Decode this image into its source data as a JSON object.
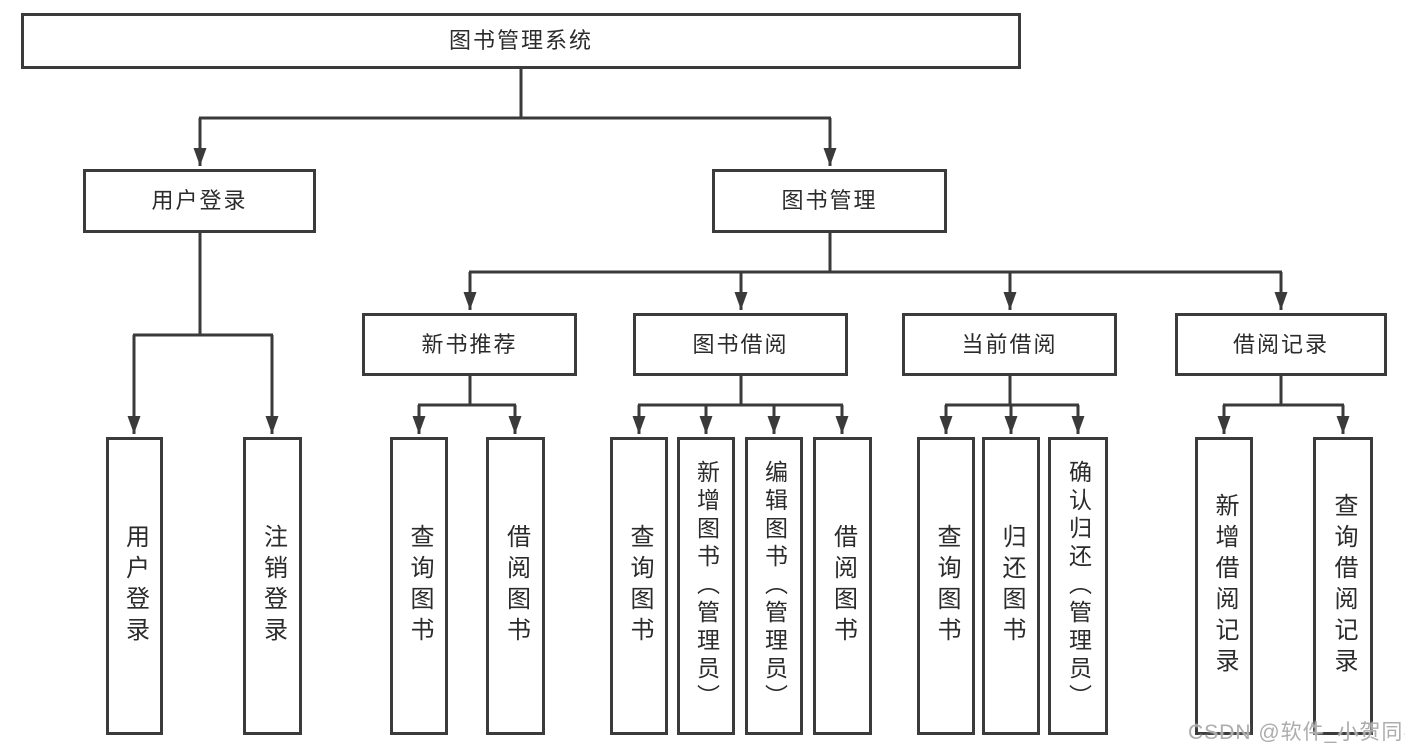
{
  "diagram_title": "图书管理系统",
  "colors": {
    "line": "#3a3a3a",
    "box_border": "#3b3b3b",
    "text": "#2b2b2b",
    "watermark": "#adadad",
    "background": "#ffffff"
  },
  "nodes": {
    "root": {
      "label": "图书管理系统"
    },
    "level2": [
      {
        "label": "用户登录"
      },
      {
        "label": "图书管理"
      }
    ],
    "level3": [
      {
        "label": "新书推荐"
      },
      {
        "label": "图书借阅"
      },
      {
        "label": "当前借阅"
      },
      {
        "label": "借阅记录"
      }
    ],
    "leaves": {
      "user_login": [
        "用户登录",
        "注销登录"
      ],
      "new_book": [
        "查询图书",
        "借阅图书"
      ],
      "book_borrow": [
        "查询图书",
        "新增图书（管理员）",
        "编辑图书（管理员）",
        "借阅图书"
      ],
      "current_borrow": [
        "查询图书",
        "归还图书",
        "确认归还（管理员）"
      ],
      "borrow_record": [
        "新增借阅记录",
        "查询借阅记录"
      ]
    }
  },
  "watermark": {
    "text": "CSDN @软件_小贺同学"
  }
}
